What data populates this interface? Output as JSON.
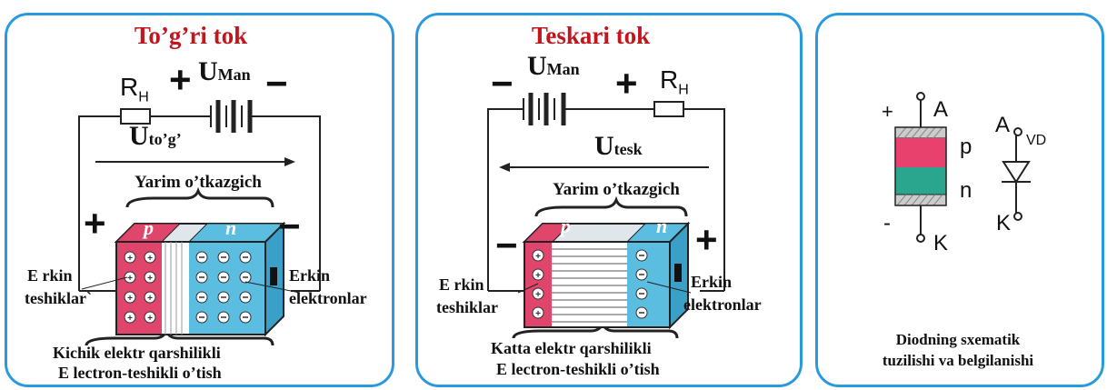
{
  "panels": [
    {
      "title": "To’g’ri tok",
      "R_main": "R",
      "R_sub": "H",
      "U_main": "U",
      "U_sub": "Man",
      "U_arrow_main": "U",
      "U_arrow_sub": "to’g’",
      "semiconductor": "Yarim o’tkazgich",
      "p_label": "p",
      "n_label": "n",
      "left_label_1": "E rkin",
      "left_label_2": "teshiklar`",
      "right_label_1": "Erkin",
      "right_label_2": "elektronlar",
      "bottom_1": "Kichik elektr qarshilikli",
      "bottom_2": "E lectron-teshikli  o’tish",
      "left_sign": "+",
      "right_sign": "−",
      "battery_left_sign": "+",
      "battery_right_sign": "−"
    },
    {
      "title": "Teskari tok",
      "U_main": "U",
      "U_sub": "Man",
      "R_main": "R",
      "R_sub": "H",
      "U_arrow_main": "U",
      "U_arrow_sub": "tesk",
      "semiconductor": "Yarim o’tkazgich",
      "p_label": "p",
      "n_label": "n",
      "left_label_1": "E rkin",
      "left_label_2": "teshiklar",
      "right_label_1": "Erkin",
      "right_label_2": "elektronlar",
      "bottom_1": "Katta elektr qarshilikli",
      "bottom_2": "E lectron-teshikli  o’tish",
      "left_sign": "−",
      "right_sign": "+",
      "battery_left_sign": "−",
      "battery_right_sign": "+"
    },
    {
      "plus": "+",
      "minus": "-",
      "A_label": "A",
      "K_label": "K",
      "p_label": "p",
      "n_label": "n",
      "sym_A": "A",
      "sym_K": "K",
      "vd": "VD",
      "caption_1": "Diodning sxematik",
      "caption_2": "tuzilishi va belgilanishi"
    }
  ],
  "colors": {
    "border": "#2a9ae0",
    "title": "#c0161d",
    "p_region": "#e0456b",
    "n_region": "#5bbde0",
    "diode_p": "#e8416d",
    "diode_n": "#2aa58e"
  }
}
